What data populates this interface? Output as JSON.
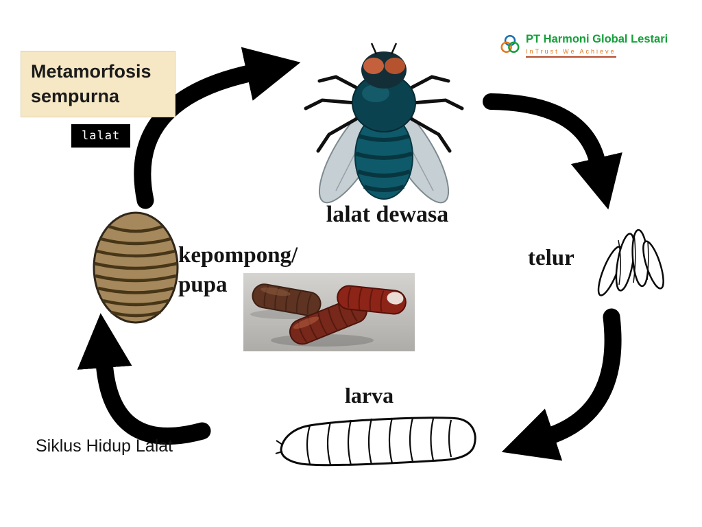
{
  "header": {
    "title_box": {
      "line1": "Metamorfosis",
      "line2": "sempurna"
    },
    "subject_tag": "lalat",
    "logo": {
      "icon": "three-interlocking-rings-icon",
      "company": "PT Harmoni Global Lestari",
      "tagline": "InTrust We Achieve"
    }
  },
  "stages": {
    "adult": {
      "label": "lalat dewasa",
      "illustration": "adult-fly-illustration"
    },
    "egg": {
      "label": "telur",
      "illustration": "egg-cluster-drawing"
    },
    "larva": {
      "label": "larva",
      "illustration": "larva-drawing"
    },
    "pupa": {
      "label_line1": "kepompong/",
      "label_line2": "pupa",
      "illustration_left": "pupa-drawing",
      "illustration_right": "pupae-photo"
    }
  },
  "caption": "Siklus Hidup Lalat",
  "colors": {
    "title_box_bg": "#f6e8c5",
    "tag_bg": "#000000",
    "tag_text": "#ffffff",
    "logo_green": "#15a03a",
    "logo_orange": "#e5781e",
    "arrow_black": "#000000",
    "pupa_brown": "#a5885c",
    "fly_teal": "#0d5766",
    "photo_gray": "#c6c5c2"
  }
}
